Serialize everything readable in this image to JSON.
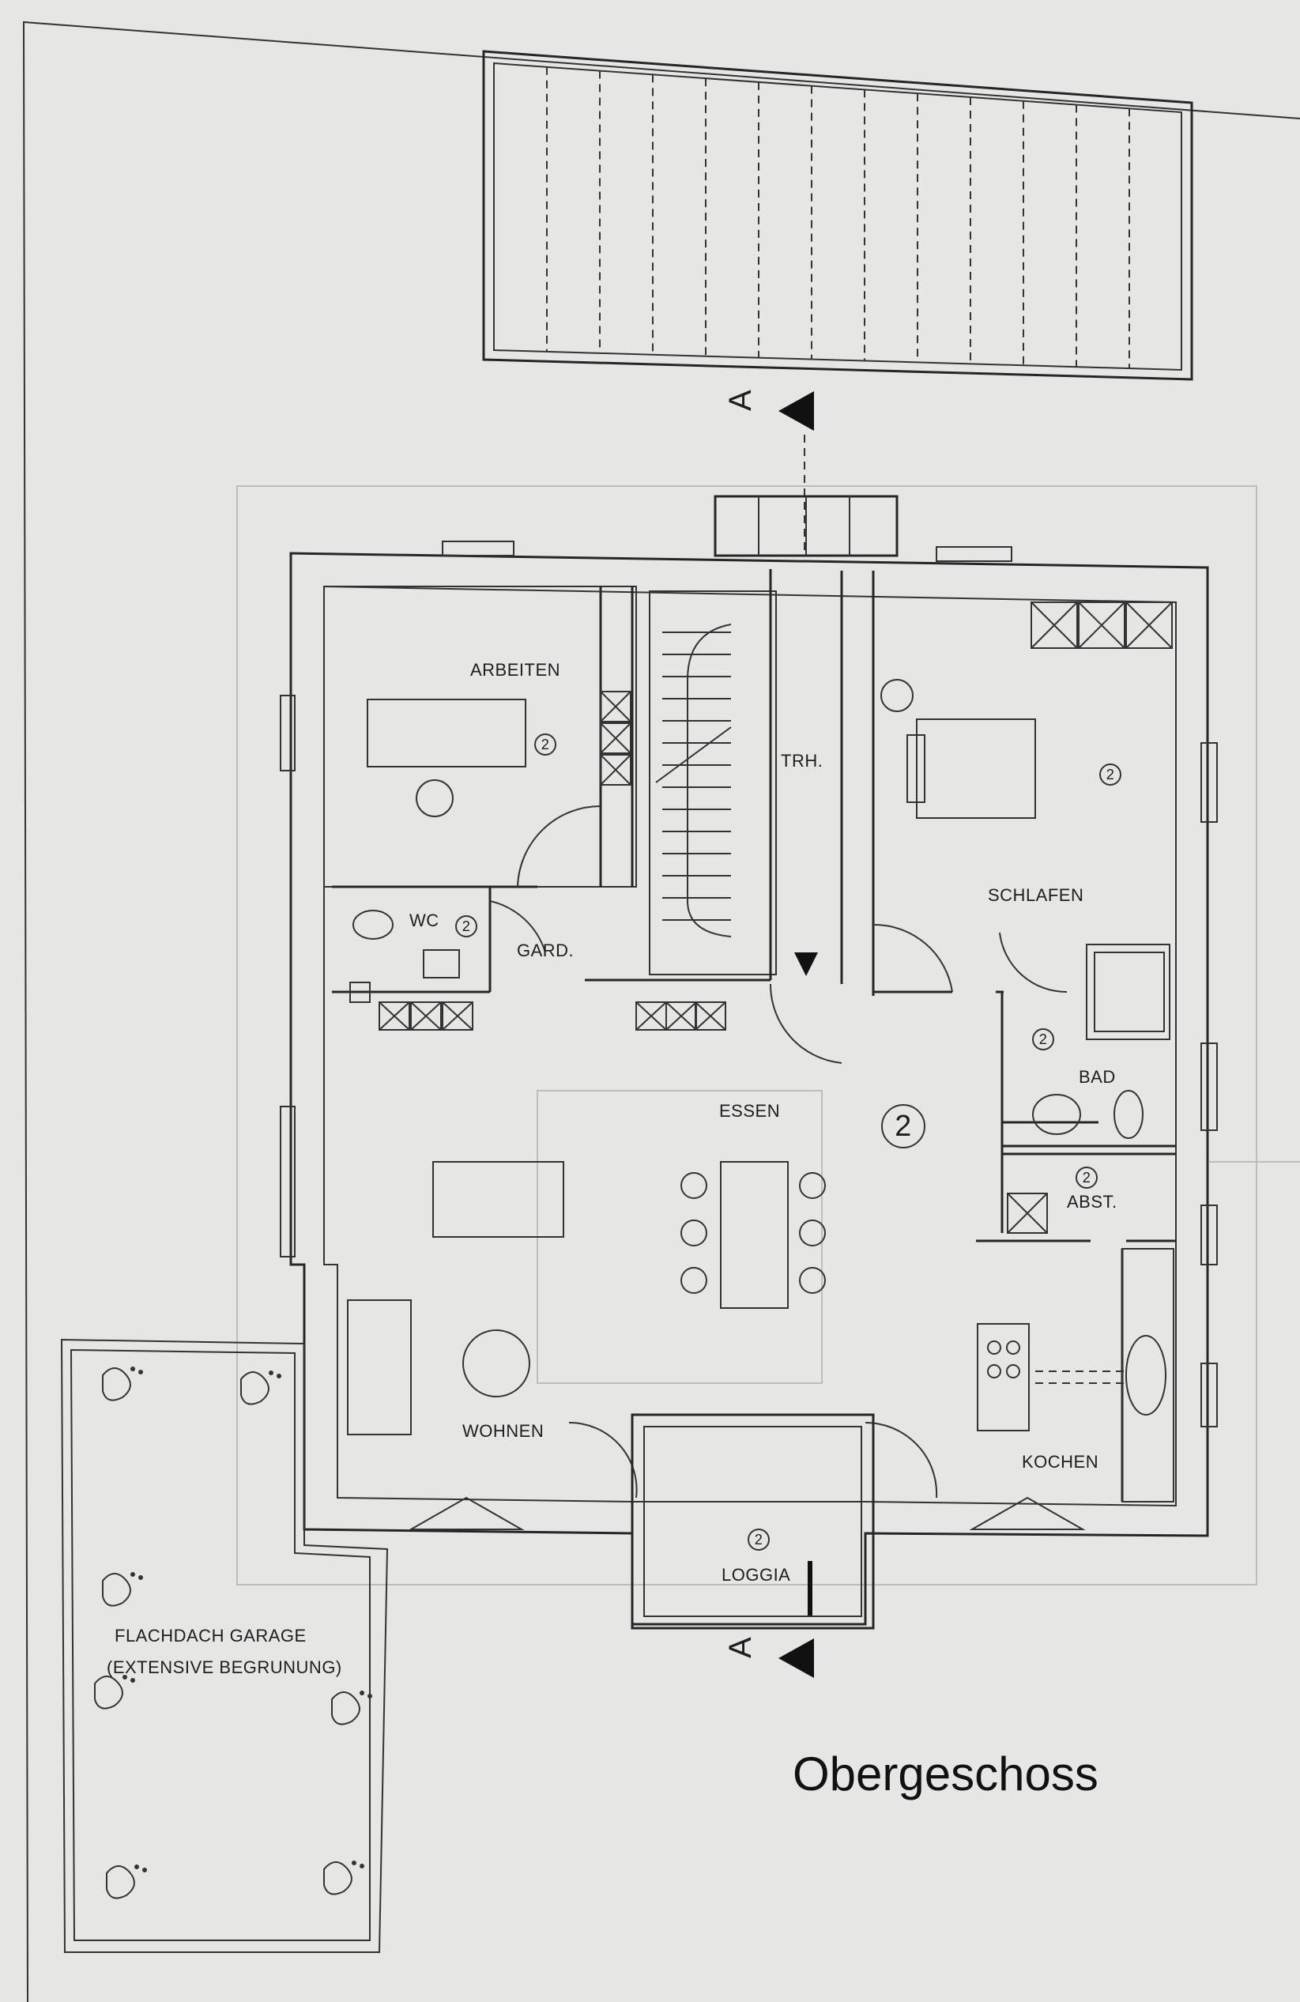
{
  "rooms": {
    "arbeiten": "ARBEITEN",
    "trh": "TRH.",
    "schlafen": "SCHLAFEN",
    "wc": "WC",
    "gard": "GARD.",
    "essen": "ESSEN",
    "bad": "BAD",
    "abst": "ABST.",
    "wohnen": "WOHNEN",
    "kochen": "KOCHEN",
    "loggia": "LOGGIA"
  },
  "garage": {
    "line1": "FLACHDACH GARAGE",
    "line2": "(EXTENSIVE BEGRUNUNG)"
  },
  "section_marker": "A",
  "floor_number": "2",
  "floor_title": "Obergeschoss",
  "colors": {
    "paper": "#e6e6e4",
    "ink": "#262626"
  }
}
